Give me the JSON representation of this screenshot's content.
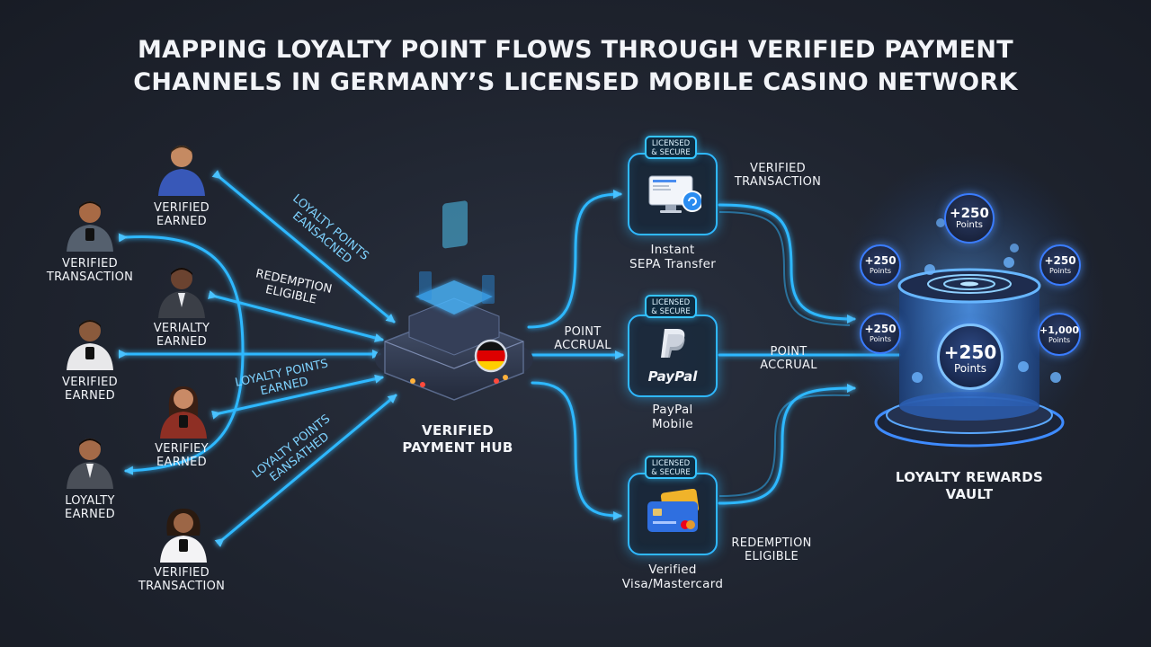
{
  "title": {
    "line1": "MAPPING LOYALTY POINT FLOWS THROUGH VERIFIED PAYMENT",
    "line2": "CHANNELS IN GERMANY’S LICENSED MOBILE CASINO NETWORK"
  },
  "users": [
    {
      "line1": "VERIFIED",
      "line2": "EARNED"
    },
    {
      "line1": "VERIFIED",
      "line2": "TRANSACTION"
    },
    {
      "line1": "VERIALTY",
      "line2": "EARNED"
    },
    {
      "line1": "VERIFIED",
      "line2": "EARNED"
    },
    {
      "line1": "VERIFIEY",
      "line2": "EARNED"
    },
    {
      "line1": "LOYALTY",
      "line2": "EARNED"
    },
    {
      "line1": "VERIFIED",
      "line2": "TRANSACTION"
    }
  ],
  "flow_labels": {
    "top": {
      "line1": "LOYALTY POINTS",
      "line2": "EANSACNED"
    },
    "redemption": {
      "line1": "REDEMPTION",
      "line2": "ELIGIBLE"
    },
    "mid": {
      "line1": "LOYALTY POINTS",
      "line2": "EARNED"
    },
    "bottom": {
      "line1": "LOYALTY POINTS",
      "line2": "EANSATHED"
    }
  },
  "hub": {
    "line1": "VERIFIED",
    "line2": "PAYMENT HUB",
    "flag": "Germany"
  },
  "hub_out_label": {
    "line1": "POINT",
    "line2": "ACCRUAL"
  },
  "channels": [
    {
      "badge_line1": "LICENSED",
      "badge_line2": "& SECURE",
      "line1": "Instant",
      "line2": "SEPA Transfer",
      "icon": "monitor-icon"
    },
    {
      "badge_line1": "LICENSED",
      "badge_line2": "& SECURE",
      "logo": "PayPal",
      "line1": "PayPal",
      "line2": "Mobile",
      "icon": "paypal-icon"
    },
    {
      "badge_line1": "LICENSED",
      "badge_line2": "& SECURE",
      "line1": "Verified",
      "line2": "Visa/Mastercard",
      "icon": "credit-card-icon"
    }
  ],
  "channel_out_labels": {
    "top": {
      "line1": "VERIFIED",
      "line2": "TRANSACTION"
    },
    "mid": {
      "line1": "POINT",
      "line2": "ACCRUAL"
    },
    "bottom": {
      "line1": "REDEMPTION",
      "line2": "ELIGIBLE"
    }
  },
  "vault": {
    "line1": "LOYALTY REWARDS",
    "line2": "VAULT",
    "center_points": "+250",
    "center_unit": "Points",
    "coins": [
      {
        "points": "+250",
        "unit": "Points"
      },
      {
        "points": "+250",
        "unit": "Points"
      },
      {
        "points": "+250",
        "unit": "Points"
      },
      {
        "points": "+250",
        "unit": "Points"
      },
      {
        "points": "+1,000",
        "unit": "Points"
      }
    ]
  },
  "colors": {
    "flow": "#2fb8ff",
    "flow_glow": "#7fd3ff",
    "vault_glow": "#3a8bff",
    "background": "#1f242f"
  }
}
